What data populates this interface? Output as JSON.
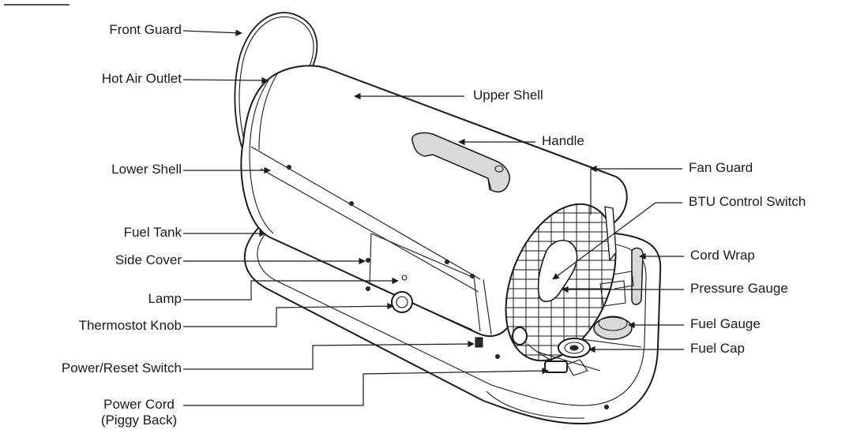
{
  "callouts": {
    "front_guard": "Front Guard",
    "hot_air_outlet": "Hot Air Outlet",
    "upper_shell": "Upper Shell",
    "handle": "Handle",
    "lower_shell": "Lower Shell",
    "fan_guard": "Fan Guard",
    "btu_control_switch": "BTU Control Switch",
    "fuel_tank": "Fuel Tank",
    "side_cover": "Side Cover",
    "cord_wrap": "Cord Wrap",
    "lamp": "Lamp",
    "pressure_gauge": "Pressure Gauge",
    "thermostat_knob": "Thermostot Knob",
    "fuel_gauge": "Fuel Gauge",
    "fuel_cap": "Fuel Cap",
    "power_reset_switch": "Power/Reset Switch",
    "power_cord_line1": "Power Cord",
    "power_cord_line2": "(Piggy Back)"
  }
}
